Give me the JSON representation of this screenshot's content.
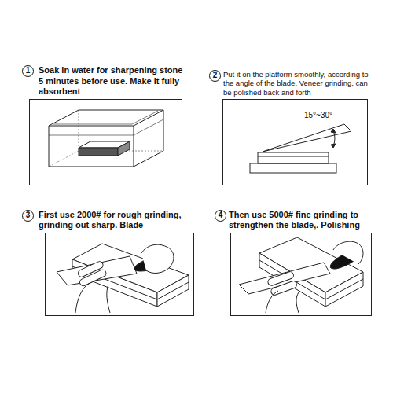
{
  "diagram": {
    "nodes": [
      {
        "text": [
          "Soak in water for sharpening stone 5 minutes before use. Make it fully absorbent"
        ]
      },
      {
        "text": [
          "Put it on the platform smoothly, according to the angle of the blade. Veneer grinding, can be polished back and forth"
        ]
      },
      {
        "text": [
          "First use 2000# for rough grinding, grinding out sharp. Blade"
        ]
      },
      {
        "text": [
          "Then use 5000# fine grinding to strengthen the blade,. Polishing"
        ]
      }
    ],
    "labels": [
      "1",
      "2",
      "3",
      "4",
      "15°~30°"
    ]
  }
}
